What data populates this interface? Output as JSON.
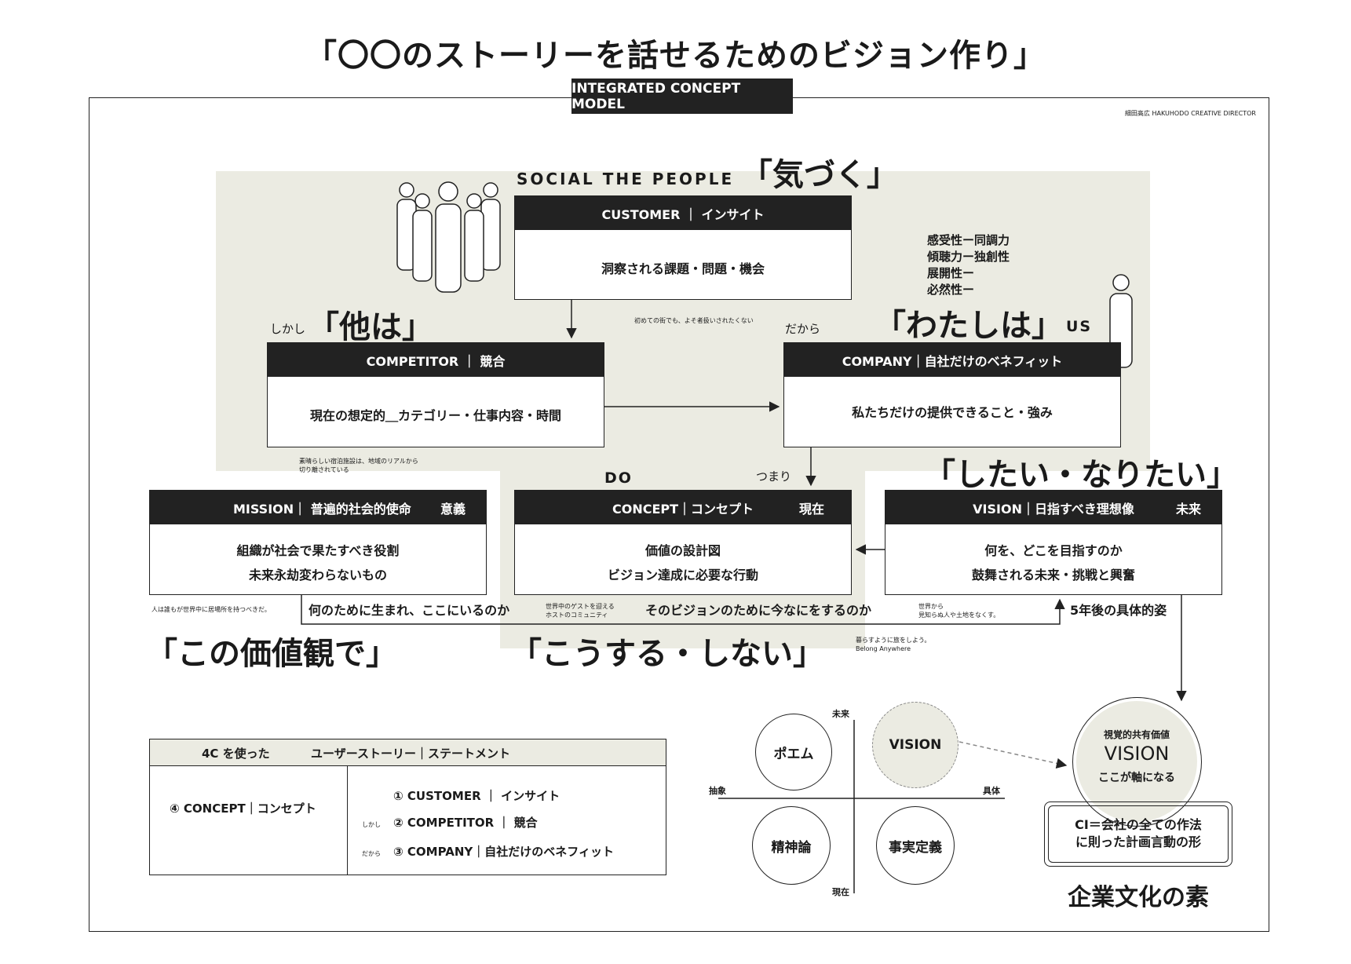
{
  "title": "「〇〇のストーリーを話せるためのビジョン作り」",
  "model_label": "INTEGRATED CONCEPT MODEL",
  "credit": "細田高広 HAKUHODO CREATIVE DIRECTOR",
  "social_label": "SOCIAL THE PEOPLE",
  "kizuku": "「気づく」",
  "customer": {
    "header": "CUSTOMER ｜ インサイト",
    "body": "洞察される課題・問題・機会"
  },
  "customer_note": "初めての街でも、よそ者扱いされたくない",
  "qualities": [
    "感受性ー同調力",
    "傾聴力ー独創性",
    "展開性ー",
    "必然性ー"
  ],
  "others": {
    "prefix": "しかし",
    "big": "「他は」"
  },
  "competitor": {
    "header": "COMPETITOR ｜ 競合",
    "body": "現在の想定的＿カテゴリー・仕事内容・時間"
  },
  "competitor_note": [
    "素晴らしい宿泊施設は、地域のリアルから",
    "切り離されている"
  ],
  "me": {
    "prefix": "だから",
    "big": "「わたしは」",
    "us": "US"
  },
  "company": {
    "header": "COMPANY｜自社だけのベネフィット",
    "body": "私たちだけの提供できること・強み"
  },
  "do_label": "DO",
  "tsumari": "つまり",
  "shitai": "「したい・なりたい」",
  "mission": {
    "header": "MISSION｜ 普遍的社会的使命",
    "tag": "意義",
    "lines": [
      "組織が社会で果たすべき役割",
      "未来永劫変わらないもの"
    ]
  },
  "concept": {
    "header": "CONCEPT｜コンセプト",
    "tag": "現在",
    "lines": [
      "価値の設計図",
      "ビジョン達成に必要な行動"
    ]
  },
  "vision": {
    "header": "VISION｜日指すべき理想像",
    "tag": "未来",
    "lines": [
      "何を、どこを目指すのか",
      "鼓舞される未来・挑戦と興奮"
    ]
  },
  "mission_note": "人は誰もが世界中に居場所を持つべきだ。",
  "why_here": "何のために生まれ、ここにいるのか",
  "concept_note": [
    "世界中のゲストを迎える",
    "ホストのコミュニティ"
  ],
  "vision_action": "そのビジョンのために今なにをするのか",
  "vision_note": [
    "世界から",
    "見知らぬ人や土地をなくす。"
  ],
  "five_year": "5年後の具体的姿",
  "kachikan": "「この価値観で」",
  "kousuru": "「こうする・しない」",
  "belong_note": [
    "暮らすように旅をしよう。",
    "Belong Anywhere"
  ],
  "table": {
    "header_left": "4C を使った",
    "header_right": "ユーザーストーリー｜ステートメント",
    "left_item": "④ CONCEPT｜コンセプト",
    "rows": [
      {
        "prefix": "",
        "text": "① CUSTOMER ｜ インサイト"
      },
      {
        "prefix": "しかし",
        "text": "② COMPETITOR ｜ 競合"
      },
      {
        "prefix": "だから",
        "text": "③ COMPANY｜自社だけのベネフィット"
      }
    ]
  },
  "matrix": {
    "top": "未来",
    "bottom": "現在",
    "left": "抽象",
    "right": "具体",
    "q_top_left": "ポエム",
    "q_top_right": "VISION",
    "q_bottom_left": "精神論",
    "q_bottom_right": "事実定義"
  },
  "shared": {
    "small": "視覚的共有価値",
    "big": "VISION",
    "sub": "ここが軸になる"
  },
  "ci": [
    "CI＝会社の全ての作法",
    "に則った計画言動の形"
  ],
  "culture": "企業文化の素",
  "colors": {
    "ink": "#222222",
    "background_panel": "#ebebe2",
    "circle_fill": "#ebebe2"
  }
}
